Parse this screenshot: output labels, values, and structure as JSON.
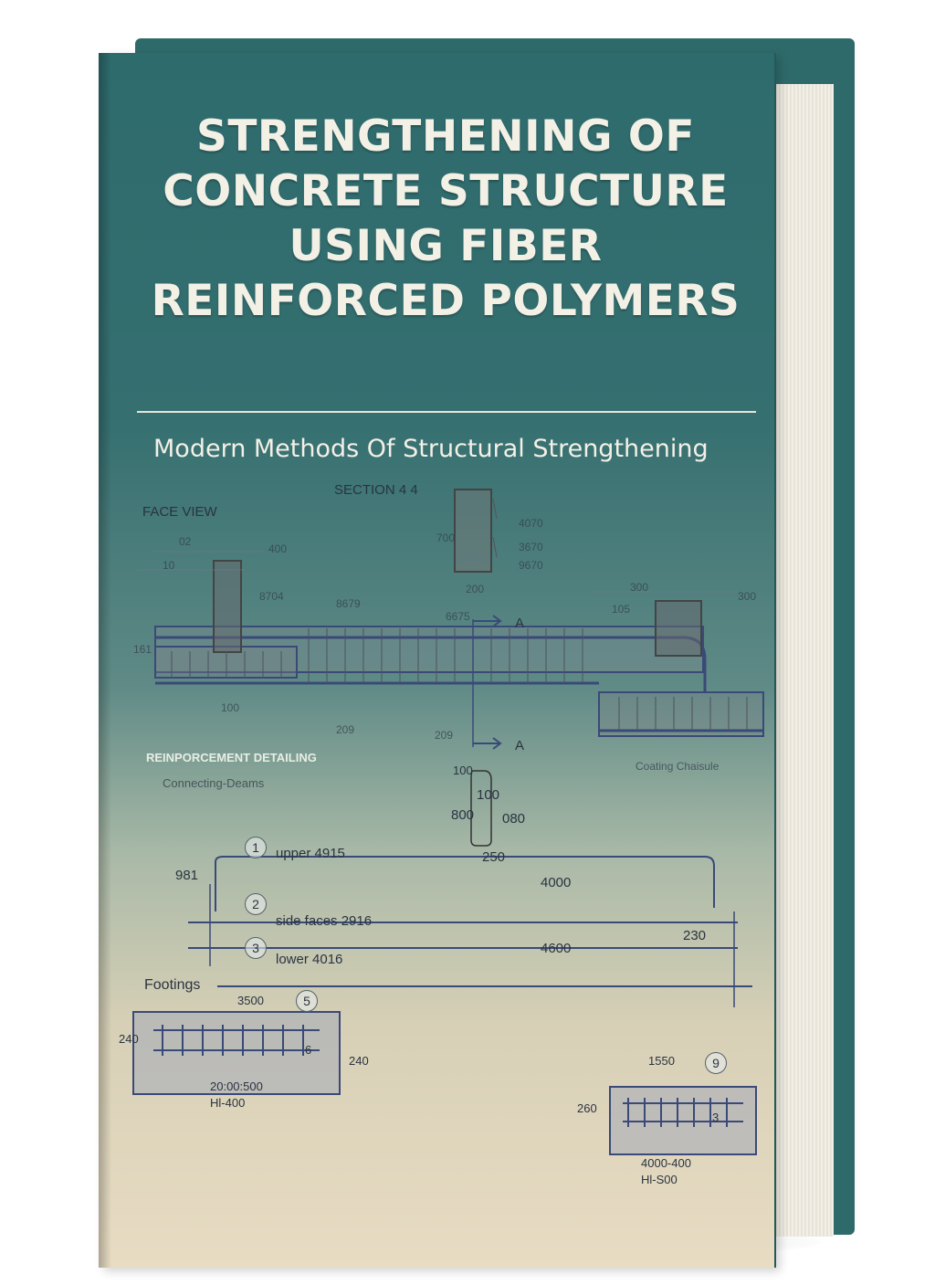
{
  "book": {
    "title_lines": [
      "STRENGTHENING OF",
      "CONCRETE STRUCTURE",
      "USING FIBER",
      "REINFORCED POLYMERS"
    ],
    "subtitle": "Modern Methods Of Structural Strengthening"
  },
  "drawing": {
    "section_label": "SECTION 4 4",
    "face_view_label": "FACE VIEW",
    "dims_top": [
      "02",
      "400",
      "10",
      "4070",
      "3670",
      "9670",
      "700",
      "200",
      "300",
      "300",
      "105",
      "8704",
      "8679",
      "6675",
      "161",
      "100",
      "209",
      "209"
    ],
    "arrow_label": "A",
    "reinforcement_label": "REINPORCEMENT DETAILING",
    "connecting_label": "Connecting-Deams",
    "side_note": "Coating Chaisule",
    "stirrup_dims": [
      "100",
      "100",
      "800",
      "080",
      "250"
    ],
    "bars": [
      {
        "num": "1",
        "text": "upper 4915"
      },
      {
        "num": "2",
        "text": "side faces 2916"
      },
      {
        "num": "3",
        "text": "lower 4016"
      }
    ],
    "beam_dims": [
      "981",
      "4000",
      "4600",
      "230"
    ],
    "footings_label": "Footings",
    "footing_left": {
      "top": "3500",
      "num": "5",
      "side_left": "240",
      "side_right": "240",
      "inner": "6",
      "line1": "20:00:500",
      "line2": "Hl-400"
    },
    "footing_right": {
      "top": "1550",
      "num": "9",
      "side_left": "260",
      "inner": "3",
      "line1": "4000-400",
      "line2": "Hl-S00"
    }
  },
  "colors": {
    "cover_top": "#2e6b6d",
    "cover_bottom": "#e8dcc3",
    "ink": "#2a3340",
    "title_text": "#f3f0e6"
  }
}
